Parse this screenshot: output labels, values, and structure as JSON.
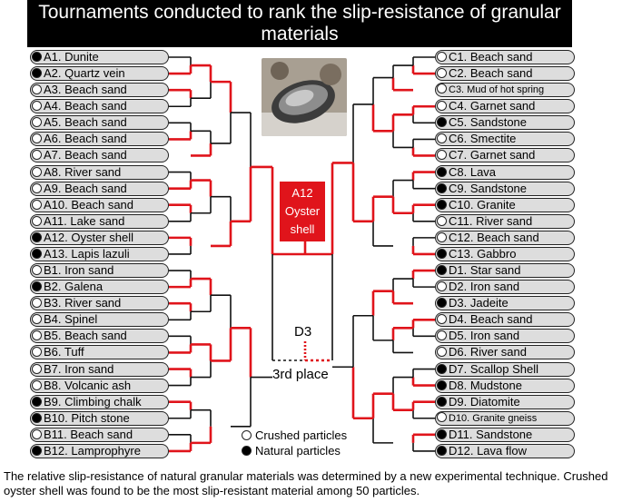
{
  "title": "Tournaments conducted to rank the slip-resistance of granular materials",
  "left_a": [
    {
      "label": "A1. Dunite",
      "type": "natural"
    },
    {
      "label": "A2. Quartz vein",
      "type": "natural"
    },
    {
      "label": "A3. Beach sand",
      "type": "crushed"
    },
    {
      "label": "A4. Beach sand",
      "type": "crushed"
    },
    {
      "label": "A5. Beach sand",
      "type": "crushed"
    },
    {
      "label": "A6. Beach sand",
      "type": "crushed"
    },
    {
      "label": "A7. Beach sand",
      "type": "crushed"
    },
    {
      "label": "A8. River sand",
      "type": "crushed"
    },
    {
      "label": "A9. Beach sand",
      "type": "crushed"
    },
    {
      "label": "A10. Beach sand",
      "type": "crushed"
    },
    {
      "label": "A11. Lake sand",
      "type": "crushed"
    },
    {
      "label": "A12. Oyster shell",
      "type": "natural"
    },
    {
      "label": "A13. Lapis lazuli",
      "type": "natural"
    }
  ],
  "left_b": [
    {
      "label": "B1. Iron sand",
      "type": "crushed"
    },
    {
      "label": "B2. Galena",
      "type": "natural"
    },
    {
      "label": "B3. River sand",
      "type": "crushed"
    },
    {
      "label": "B4. Spinel",
      "type": "crushed"
    },
    {
      "label": "B5. Beach sand",
      "type": "crushed"
    },
    {
      "label": "B6. Tuff",
      "type": "crushed"
    },
    {
      "label": "B7. Iron sand",
      "type": "crushed"
    },
    {
      "label": "B8. Volcanic ash",
      "type": "crushed"
    },
    {
      "label": "B9. Climbing chalk",
      "type": "natural"
    },
    {
      "label": "B10. Pitch stone",
      "type": "natural"
    },
    {
      "label": "B11. Beach sand",
      "type": "crushed"
    },
    {
      "label": "B12. Lamprophyre",
      "type": "natural"
    }
  ],
  "right_c": [
    {
      "label": "C1. Beach sand",
      "type": "crushed"
    },
    {
      "label": "C2. Beach sand",
      "type": "crushed"
    },
    {
      "label": "C3. Mud of hot spring",
      "type": "crushed",
      "small": true
    },
    {
      "label": "C4. Garnet sand",
      "type": "crushed"
    },
    {
      "label": "C5. Sandstone",
      "type": "natural"
    },
    {
      "label": "C6. Smectite",
      "type": "crushed"
    },
    {
      "label": "C7. Garnet sand",
      "type": "crushed"
    },
    {
      "label": "C8. Lava",
      "type": "natural"
    },
    {
      "label": "C9. Sandstone",
      "type": "natural"
    },
    {
      "label": "C10. Granite",
      "type": "natural"
    },
    {
      "label": "C11. River sand",
      "type": "crushed"
    },
    {
      "label": "C12. Beach sand",
      "type": "crushed"
    },
    {
      "label": "C13. Gabbro",
      "type": "natural"
    }
  ],
  "right_d": [
    {
      "label": "D1. Star sand",
      "type": "natural"
    },
    {
      "label": "D2. Iron sand",
      "type": "crushed"
    },
    {
      "label": "D3. Jadeite",
      "type": "natural"
    },
    {
      "label": "D4. Beach sand",
      "type": "crushed"
    },
    {
      "label": "D5. Iron sand",
      "type": "crushed"
    },
    {
      "label": "D6. River sand",
      "type": "crushed"
    },
    {
      "label": "D7. Scallop Shell",
      "type": "natural"
    },
    {
      "label": "D8. Mudstone",
      "type": "natural"
    },
    {
      "label": "D9. Diatomite",
      "type": "natural"
    },
    {
      "label": "D10. Granite gneiss",
      "type": "crushed",
      "small": true
    },
    {
      "label": "D11. Sandstone",
      "type": "natural"
    },
    {
      "label": "D12. Lava flow",
      "type": "natural"
    }
  ],
  "winner": {
    "line1": "A12",
    "line2": "Oyster",
    "line3": "shell"
  },
  "third_place_label": "D3",
  "third_place_text": "3rd place",
  "legend": {
    "crushed": "Crushed particles",
    "natural": "Natural particles"
  },
  "caption": "The relative slip-resistance of natural granular materials was determined by a new experimental technique. Crushed oyster shell was found to be the most slip-resistant material among 50 particles.",
  "colors": {
    "winner_path": "#e0141b",
    "bracket_line": "#111111",
    "entry_fill": "#dddddd"
  }
}
